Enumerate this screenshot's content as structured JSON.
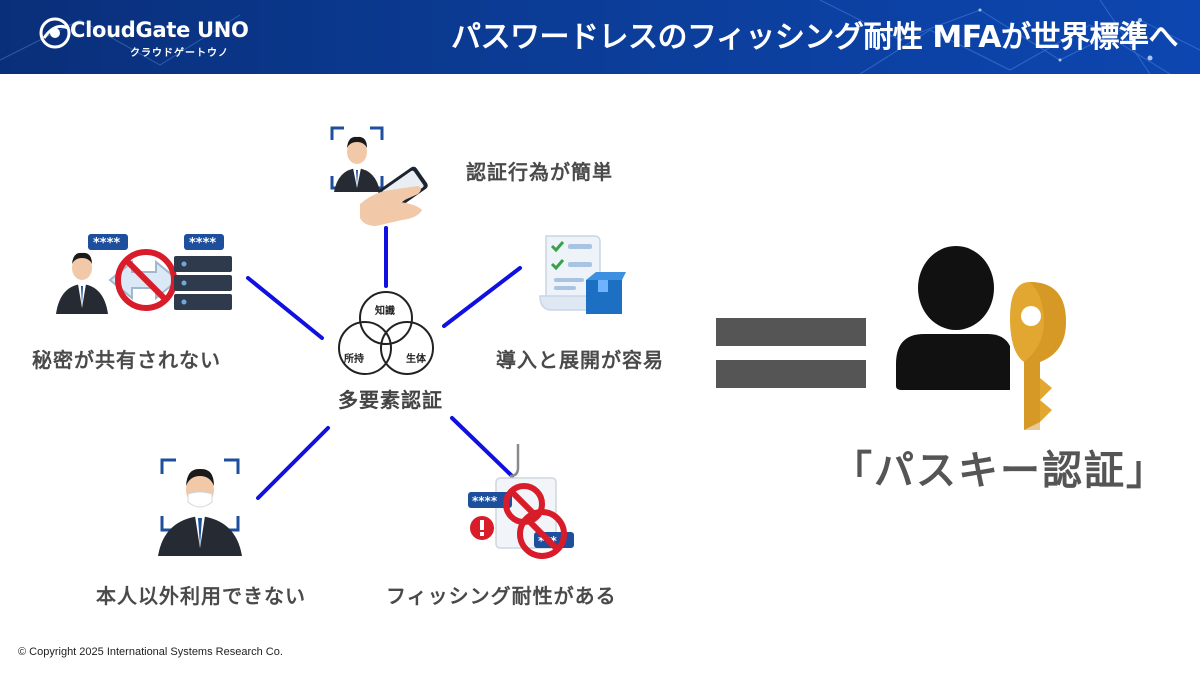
{
  "header": {
    "logo_text": "CloudGate UNO",
    "logo_sub": "クラウドゲートウノ",
    "title": "パスワードレスのフィッシング耐性 MFAが世界標準へ"
  },
  "center": {
    "label": "多要素認証",
    "venn": {
      "top": "知識",
      "left": "所持",
      "right": "生体"
    }
  },
  "features": {
    "easy_auth": "認証行為が簡単",
    "no_secret_share": "秘密が共有されない",
    "easy_deploy": "導入と展開が容易",
    "only_self": "本人以外利用できない",
    "phishing_resistant": "フィッシング耐性がある"
  },
  "icons": {
    "asterisk_badge_left": "****",
    "asterisk_badge_right": "****",
    "asterisk_badge_phish": "****",
    "asterisk_badge_phish2": "***"
  },
  "result": {
    "passkey": "「パスキー認証」"
  },
  "footer": {
    "copyright": "© Copyright 2025 International Systems Research Co."
  },
  "colors": {
    "header_bg": "#0b3c96",
    "connector": "#1010e0",
    "label_text": "#4a4a4a",
    "prohibit_red": "#d81c2a",
    "key_gold": "#e1a730",
    "equals_gray": "#555555"
  }
}
